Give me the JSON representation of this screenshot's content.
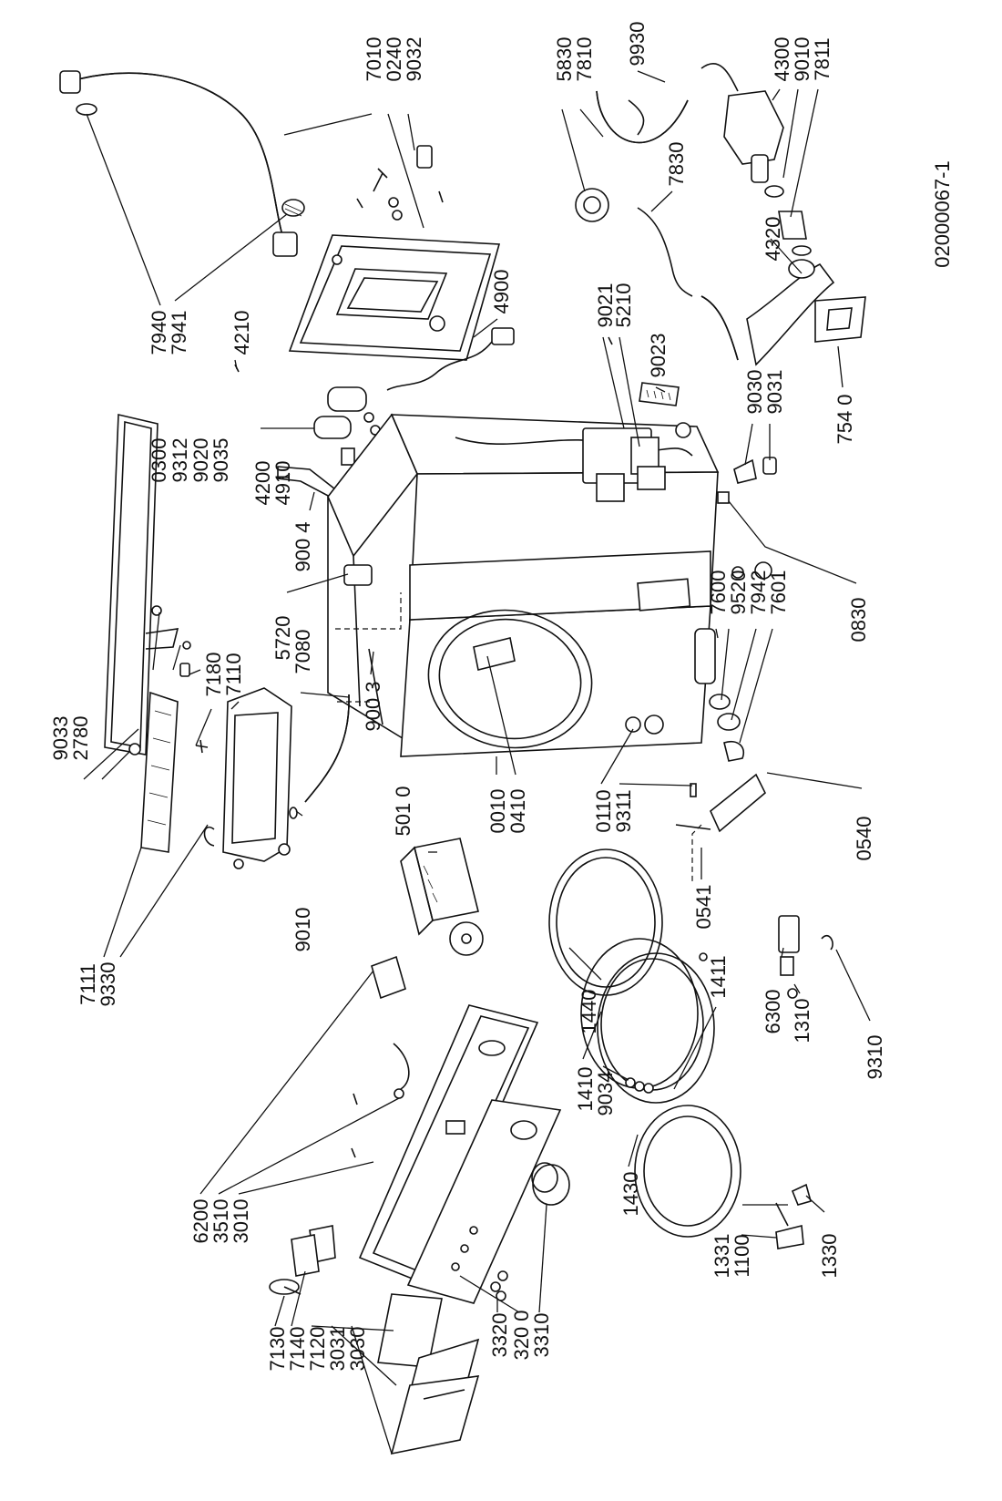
{
  "drawing_id": "02000067-1",
  "labels": {
    "l7010": "7010",
    "l0240": "0240",
    "l9032": "9032",
    "l5830": "5830",
    "l7810": "7810",
    "l9930": "9930",
    "l4300": "4300",
    "l9010a": "9010",
    "l7811": "7811",
    "l7830": "7830",
    "l4320": "4320",
    "l7540": "754 0",
    "l7940": "7940",
    "l7941": "7941",
    "l4210": "4210",
    "l4900": "4900",
    "l9021": "9021",
    "l5210": "5210",
    "l9023": "9023",
    "l0300": "0300",
    "l9312": "9312",
    "l9020": "9020",
    "l9035": "9035",
    "l4200": "4200",
    "l4910": "4910",
    "l9004": "900 4",
    "l9030": "9030",
    "l9031": "9031",
    "l0830": "0830",
    "l9033": "9033",
    "l2780": "2780",
    "l7180": "7180",
    "l7110": "7110",
    "l5720": "5720",
    "l7080": "7080",
    "l9003": "900 3",
    "l7600": "7600",
    "l9520": "9520",
    "l7942": "7942",
    "l7601": "7601",
    "l0010": "0010",
    "l0410": "0410",
    "l0110": "0110",
    "l9311": "9311",
    "l7111": "7111",
    "l9330": "9330",
    "l9010b": "9010",
    "l5010": "501 0",
    "l0541": "0541",
    "l0540": "0540",
    "l1440": "1440",
    "l6300": "6300",
    "l1310": "1310",
    "l9310": "9310",
    "l1411": "1411",
    "l1410": "1410",
    "l9034": "9034",
    "l6200": "6200",
    "l3510": "3510",
    "l3010": "3010",
    "l1430": "1430",
    "l1331": "1331",
    "l1100": "1100",
    "l1330": "1330",
    "l7130": "7130",
    "l7140": "7140",
    "l7120": "7120",
    "l3031": "3031",
    "l3030": "3030",
    "l3320": "3320",
    "l3200": "320 0",
    "l3310": "3310"
  }
}
